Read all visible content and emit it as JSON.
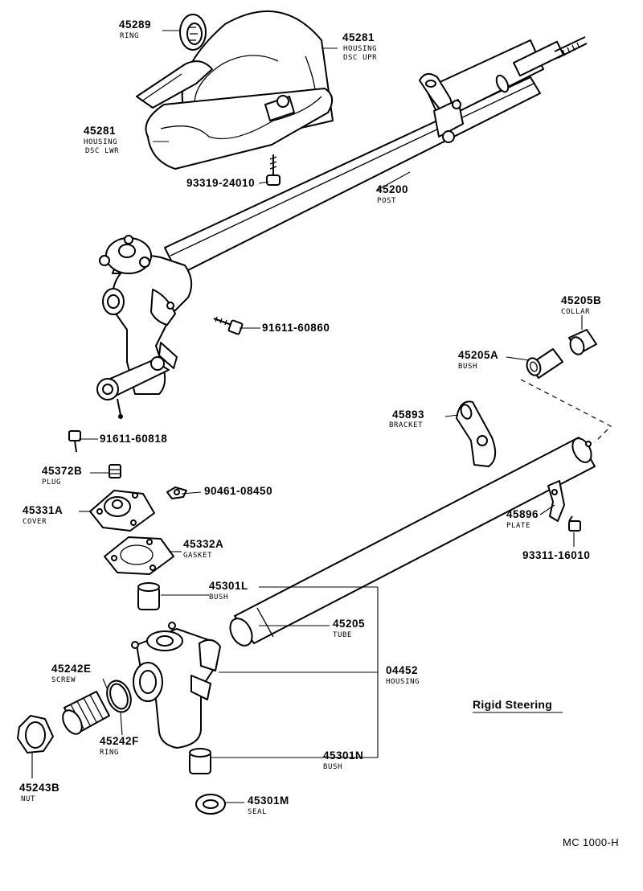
{
  "title": "Rigid Steering",
  "code": "MC 1000-H",
  "parts": {
    "p45289": {
      "no": "45289",
      "name": "RING"
    },
    "p45281u": {
      "no": "45281",
      "name1": "HOUSING",
      "name2": "DSC UPR"
    },
    "p45281l": {
      "no": "45281",
      "name1": "HOUSING",
      "name2": "DSC LWR"
    },
    "p93319": {
      "no": "93319-24010"
    },
    "p45200": {
      "no": "45200",
      "name": "POST"
    },
    "p91611a": {
      "no": "91611-60860"
    },
    "p45205b": {
      "no": "45205B",
      "name": "COLLAR"
    },
    "p45205a": {
      "no": "45205A",
      "name": "BUSH"
    },
    "p91611b": {
      "no": "91611-60818"
    },
    "p45893": {
      "no": "45893",
      "name": "BRACKET"
    },
    "p45372b": {
      "no": "45372B",
      "name": "PLUG"
    },
    "p90461": {
      "no": "90461-08450"
    },
    "p45331a": {
      "no": "45331A",
      "name": "COVER"
    },
    "p45332a": {
      "no": "45332A",
      "name": "GASKET"
    },
    "p45896": {
      "no": "45896",
      "name": "PLATE"
    },
    "p93311": {
      "no": "93311-16010"
    },
    "p45301l": {
      "no": "45301L",
      "name": "BUSH"
    },
    "p45205": {
      "no": "45205",
      "name": "TUBE"
    },
    "p45242e": {
      "no": "45242E",
      "name": "SCREW"
    },
    "p04452": {
      "no": "04452",
      "name": "HOUSING"
    },
    "p45242f": {
      "no": "45242F",
      "name": "RING"
    },
    "p45301n": {
      "no": "45301N",
      "name": "BUSH"
    },
    "p45243b": {
      "no": "45243B",
      "name": "NUT"
    },
    "p45301m": {
      "no": "45301M",
      "name": "SEAL"
    }
  }
}
